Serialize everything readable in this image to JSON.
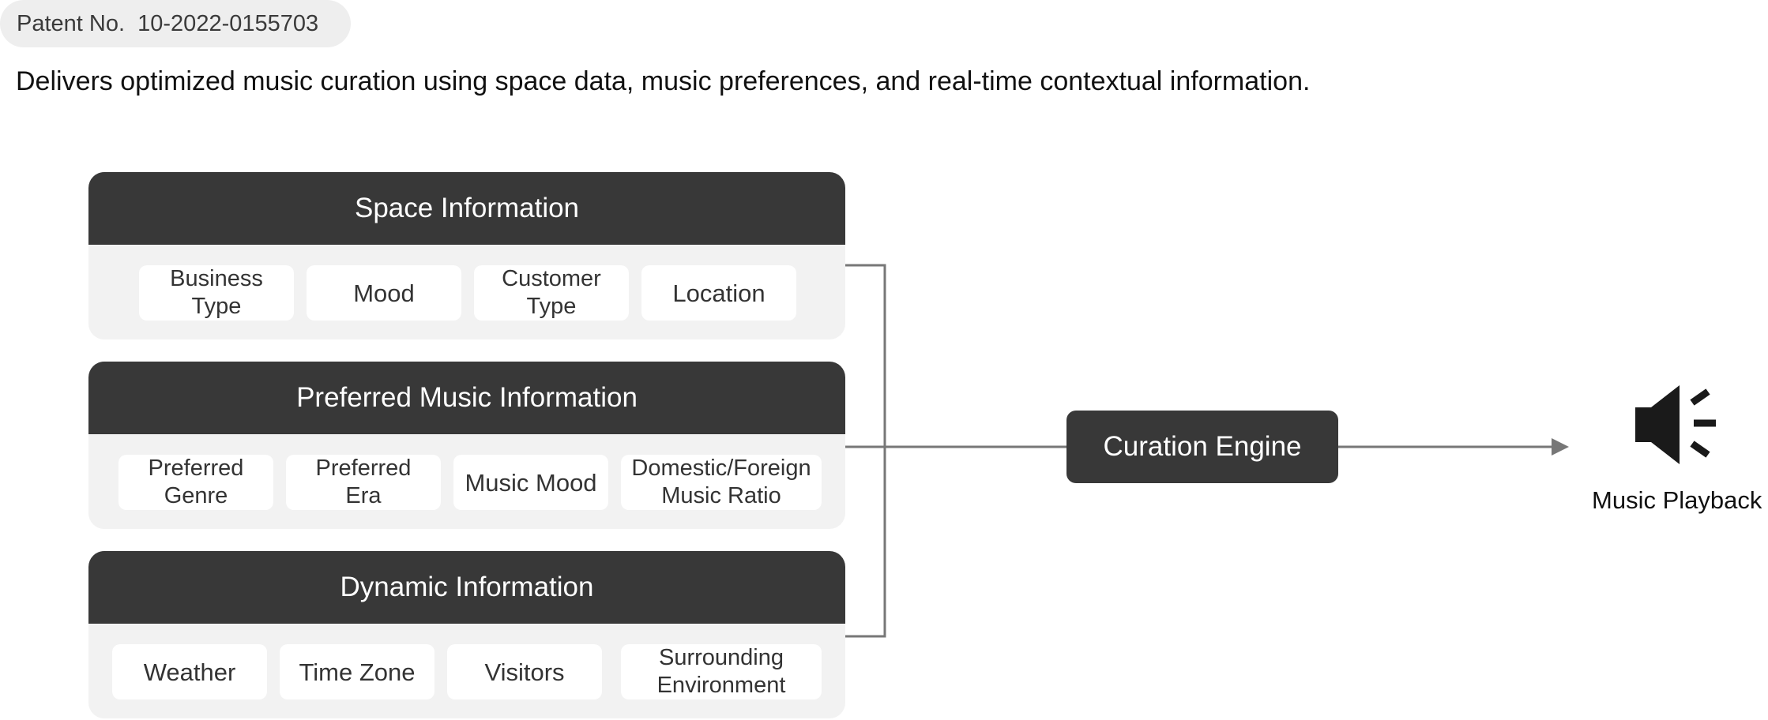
{
  "patent_label": "Patent No.  10-2022-0155703",
  "subtitle": "Delivers optimized music curation using space data, music preferences, and real-time contextual information.",
  "groups": [
    {
      "title": "Space Information",
      "items": [
        "Business\nType",
        "Mood",
        "Customer\nType",
        "Location"
      ]
    },
    {
      "title": "Preferred Music Information",
      "items": [
        "Preferred\nGenre",
        "Preferred\nEra",
        "Music Mood",
        "Domestic/Foreign\nMusic Ratio"
      ]
    },
    {
      "title": "Dynamic Information",
      "items": [
        "Weather",
        "Time Zone",
        "Visitors",
        "Surrounding\nEnvironment"
      ]
    }
  ],
  "engine_label": "Curation Engine",
  "output": {
    "label": "Music Playback",
    "icon": "speaker-icon"
  },
  "colors": {
    "dark": "#383838",
    "panel": "#f2f2f2",
    "badge": "#eeeeee",
    "connector": "#777777"
  }
}
